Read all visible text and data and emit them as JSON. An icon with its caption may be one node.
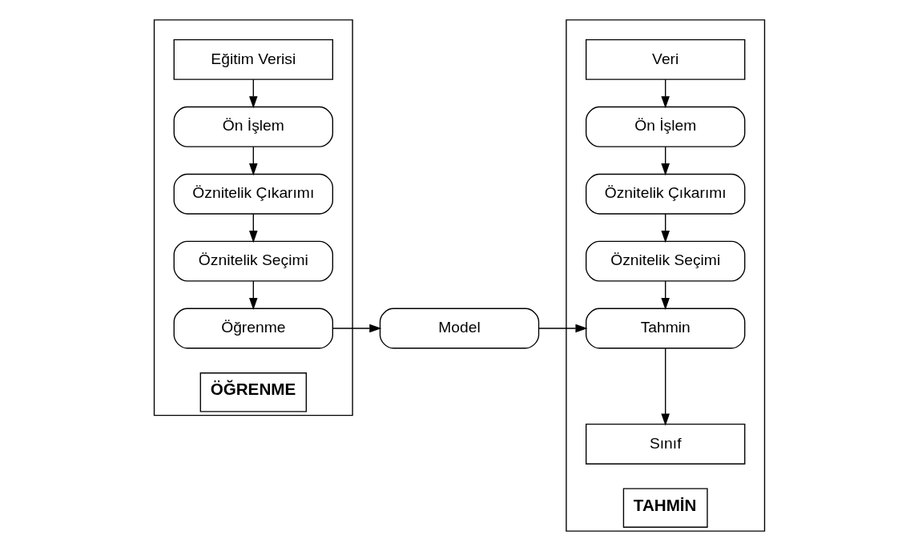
{
  "diagram": {
    "nodes": [
      {
        "text": [
          "ÖĞRENME"
        ]
      },
      {
        "text": [
          "Eğitim Verisi"
        ],
        "in": 0
      },
      {
        "text": [
          "Ön İşlem"
        ],
        "in": 0
      },
      {
        "text": [
          "Öznitelik Çıkarımı"
        ],
        "in": 0
      },
      {
        "text": [
          "Öznitelik Seçimi"
        ],
        "in": 0
      },
      {
        "text": [
          "Öğrenme"
        ],
        "in": 0
      },
      {
        "text": [
          "Model"
        ]
      },
      {
        "text": [
          "TAHMİN"
        ]
      },
      {
        "text": [
          "Veri"
        ],
        "in": 7
      },
      {
        "text": [
          "Ön İşlem"
        ],
        "in": 7
      },
      {
        "text": [
          "Öznitelik Çıkarımı"
        ],
        "in": 7
      },
      {
        "text": [
          "Öznitelik Seçimi"
        ],
        "in": 7
      },
      {
        "text": [
          "Tahmin"
        ],
        "in": 7
      },
      {
        "text": [
          "Sınıf"
        ],
        "in": 7
      }
    ],
    "edges": [
      {
        "from": 1,
        "to": 2,
        "arrow": "to"
      },
      {
        "from": 2,
        "to": 3,
        "arrow": "to"
      },
      {
        "from": 3,
        "to": 4,
        "arrow": "to"
      },
      {
        "from": 4,
        "to": 5,
        "arrow": "to"
      },
      {
        "from": 5,
        "to": 6,
        "arrow": "to"
      },
      {
        "from": 6,
        "to": 12,
        "arrow": "to"
      },
      {
        "from": 8,
        "to": 9,
        "arrow": "to"
      },
      {
        "from": 9,
        "to": 10,
        "arrow": "to"
      },
      {
        "from": 10,
        "to": 11,
        "arrow": "to"
      },
      {
        "from": 11,
        "to": 12,
        "arrow": "to"
      },
      {
        "from": 12,
        "to": 13,
        "arrow": "to"
      }
    ]
  }
}
